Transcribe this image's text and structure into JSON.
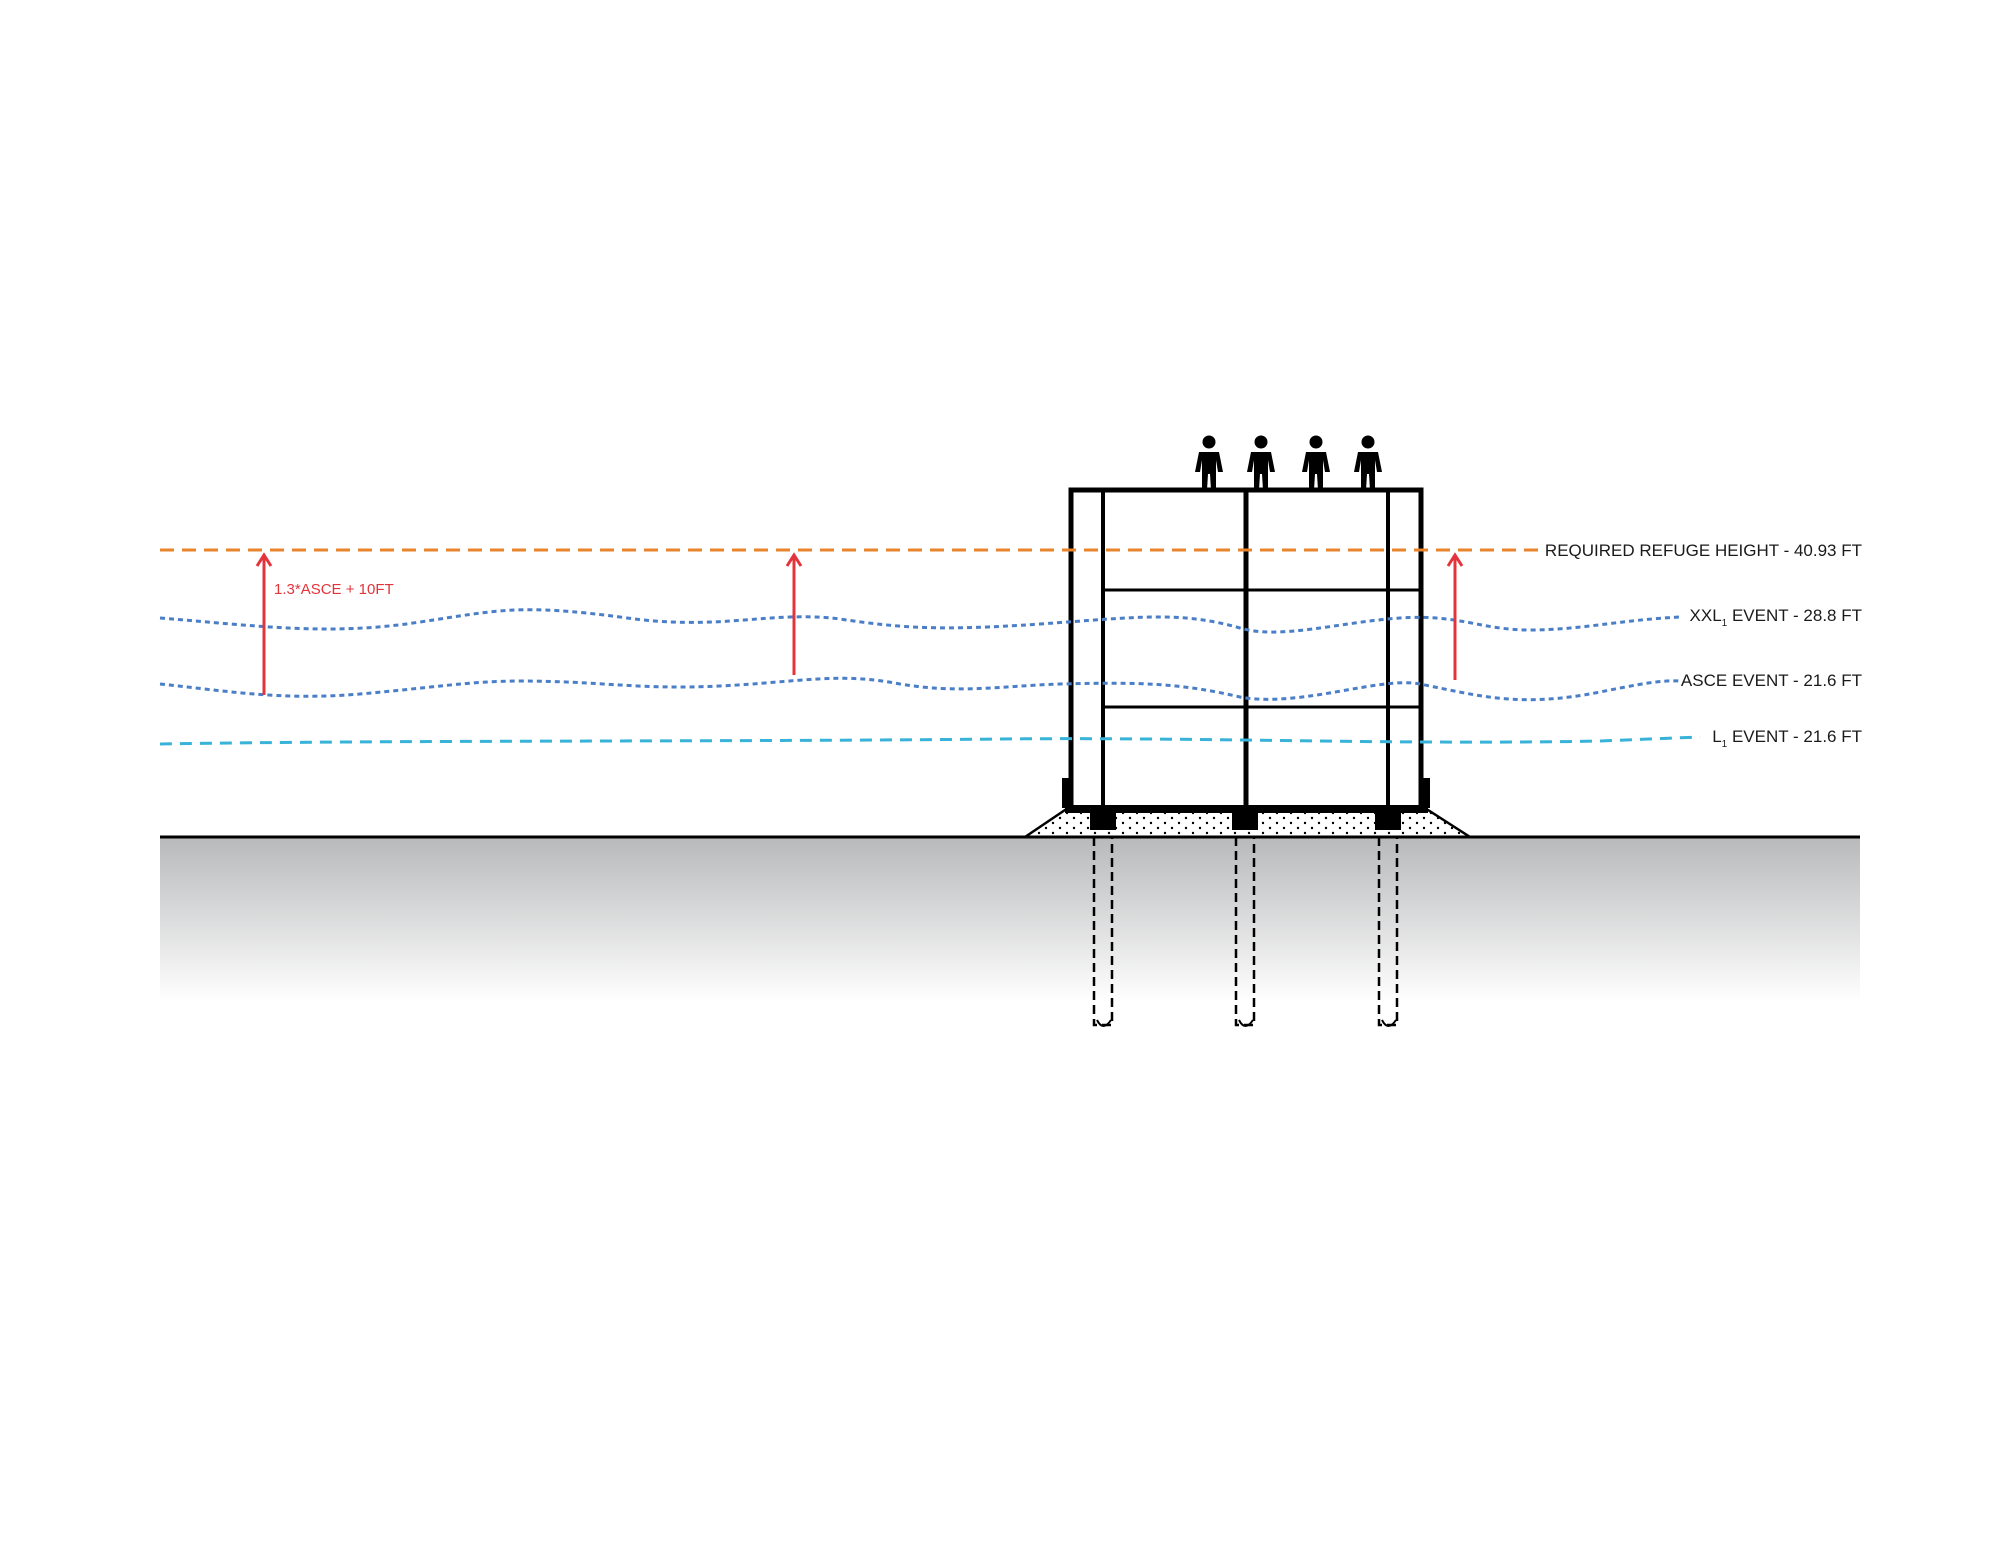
{
  "colors": {
    "refuge_line": "#e8842c",
    "event_wave": "#4a7fc8",
    "l1_line": "#37b3d8",
    "arrow": "#e4343b",
    "structure": "#000000",
    "ground_top": "#b8b9bb",
    "ground_bottom": "#ffffff"
  },
  "labels": {
    "refuge": "REQUIRED REFUGE HEIGHT - 40.93 FT",
    "xxl_main": "XXL",
    "xxl_sub": "1",
    "xxl_rest": " EVENT - 28.8 FT",
    "asce": "ASCE EVENT - 21.6 FT",
    "l_main": "L",
    "l_sub": "1",
    "l_rest": " EVENT - 21.6 FT",
    "formula": "1.3*ASCE + 10FT"
  },
  "icons": {
    "person": "person-standing-icon",
    "arrow": "arrow-up-icon"
  },
  "people_count": 4
}
